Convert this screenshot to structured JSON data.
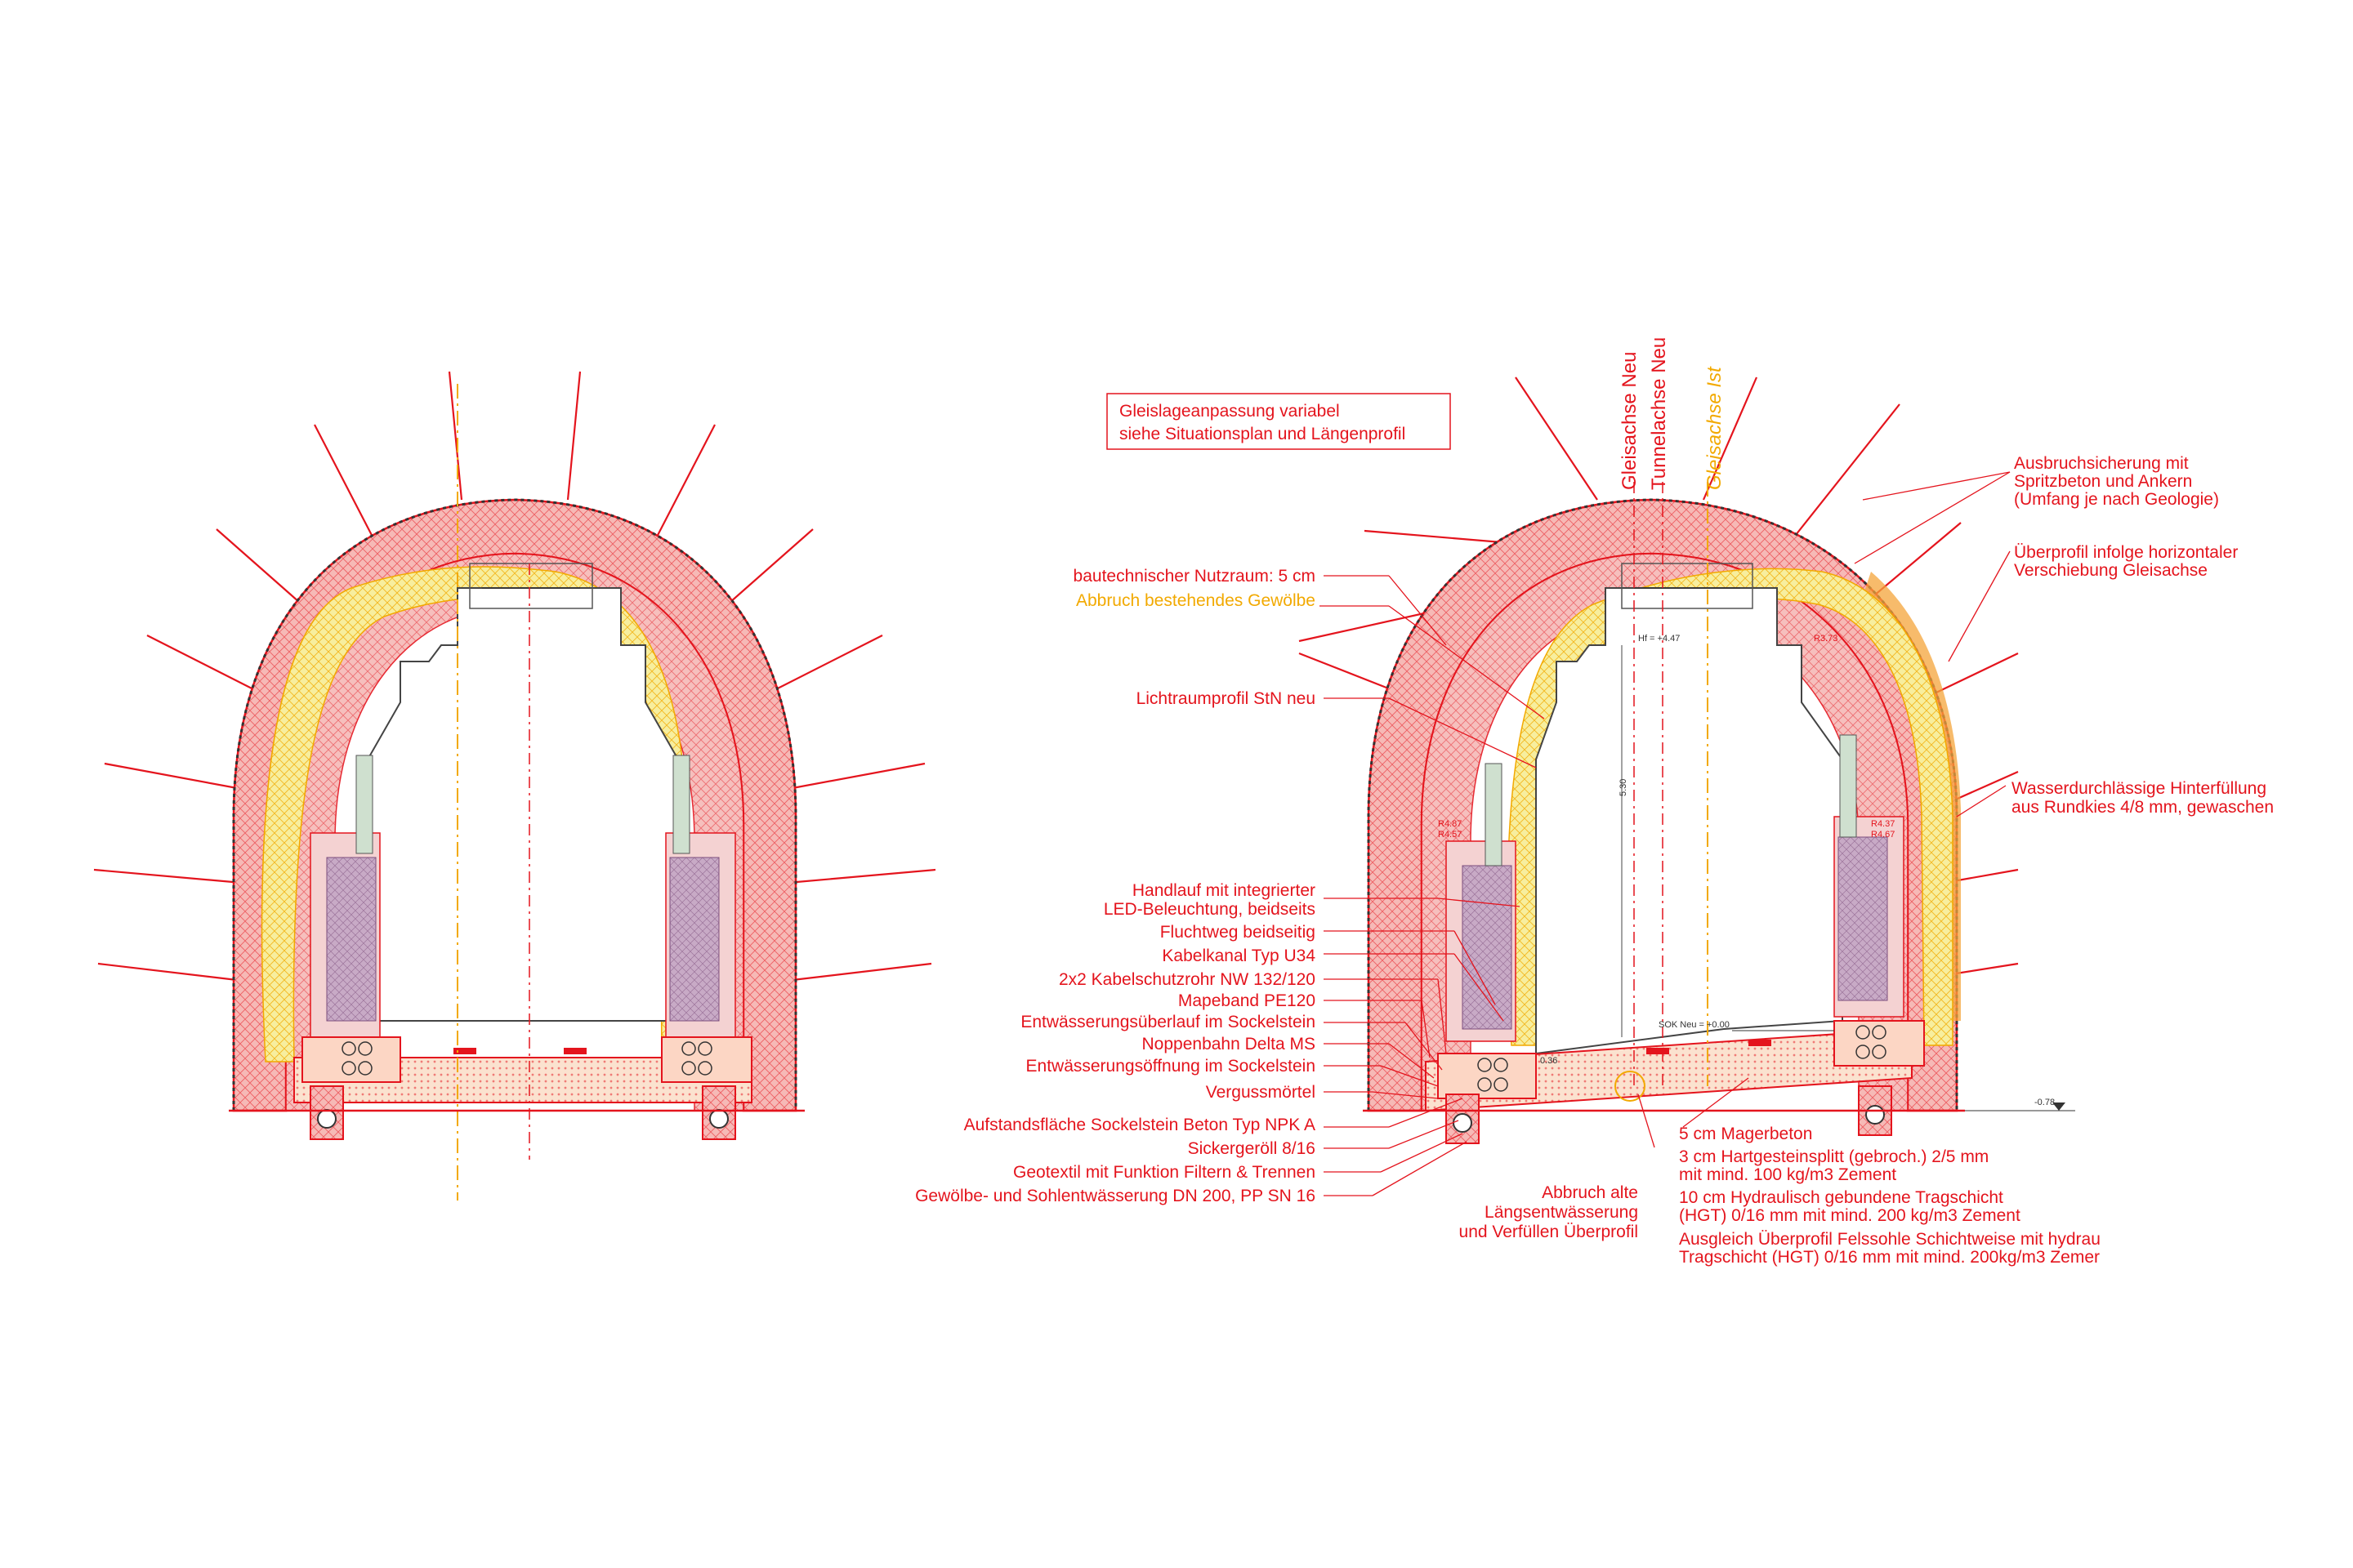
{
  "colors": {
    "red": "#e4141d",
    "orange": "#f2a900",
    "yellow_fill": "#f7ee9e",
    "pink_fill": "#f6b9b6",
    "light_pink": "#f4d2d2",
    "purple": "#b39ab4",
    "green": "#cfe0cf",
    "gray": "#555555"
  },
  "box_label": {
    "line1": "Gleislageanpassung variabel",
    "line2": "siehe Situationsplan und Längenprofil"
  },
  "axes": {
    "gleisachse_neu": "Gleisachse Neu",
    "tunnelachse_neu": "Tunnelachse Neu",
    "gleisachse_ist": "Gleisachse Ist"
  },
  "left_labels": {
    "nutzraum": "bautechnischer Nutzraum: 5 cm",
    "abbruch_gewoelbe": "Abbruch bestehendes Gewölbe",
    "lichtraum": "Lichtraumprofil StN neu",
    "handlauf1": "Handlauf mit integrierter",
    "handlauf2": "LED-Beleuchtung, beidseits",
    "fluchtweg": "Fluchtweg beidseitig",
    "kabelkanal": "Kabelkanal Typ U34",
    "kabelschutz": "2x2 Kabelschutzrohr NW 132/120",
    "mapeband": "Mapeband PE120",
    "ueberlauf": "Entwässerungsüberlauf im Sockelstein",
    "noppenbahn": "Noppenbahn Delta MS",
    "oeffnung": "Entwässerungsöffnung im Sockelstein",
    "verguss": "Vergussmörtel",
    "aufstand": "Aufstandsfläche Sockelstein Beton Typ NPK A",
    "sicker": "Sickergeröll 8/16",
    "geotextil": "Geotextil mit Funktion Filtern & Trennen",
    "gewoelbe_entw": "Gewölbe- und Sohlentwässerung DN 200, PP SN 16"
  },
  "right_labels": {
    "ausbruch1": "Ausbruchsicherung mit",
    "ausbruch2": "Spritzbeton und Ankern",
    "ausbruch3": "(Umfang je nach Geologie)",
    "ueberprofil1": "Überprofil infolge horizontaler",
    "ueberprofil2": "Verschiebung Gleisachse",
    "wasser1": "Wasserdurchlässige Hinterfüllung",
    "wasser2": "aus Rundkies 4/8 mm, gewaschen"
  },
  "bottom_labels": {
    "abbruch1": "Abbruch alte",
    "abbruch2": "Längsentwässerung",
    "abbruch3": "und Verfüllen Überprofil",
    "mager": "5 cm Magerbeton",
    "hart1": "3 cm Hartgesteinsplitt (gebroch.) 2/5 mm",
    "hart2": "mit mind. 100 kg/m3 Zement",
    "hgt1": "10 cm Hydraulisch gebundene Tragschicht",
    "hgt2": "(HGT) 0/16 mm mit mind. 200 kg/m3 Zement",
    "ausgl1": "Ausgleich Überprofil Felssohle Schichtweise mit hydrau",
    "ausgl2": "Tragschicht (HGT) 0/16 mm mit mind. 200kg/m3 Zemer"
  },
  "dims": {
    "hf": "Hf = +4.47",
    "height": "5.30",
    "sok": "SOK Neu = +0.00",
    "d036": "0.36",
    "d078": "-0.78",
    "r1": "R4.87",
    "r2": "R4.57",
    "r3": "R4.37",
    "r4": "R4.67",
    "r5": "R3.73"
  }
}
